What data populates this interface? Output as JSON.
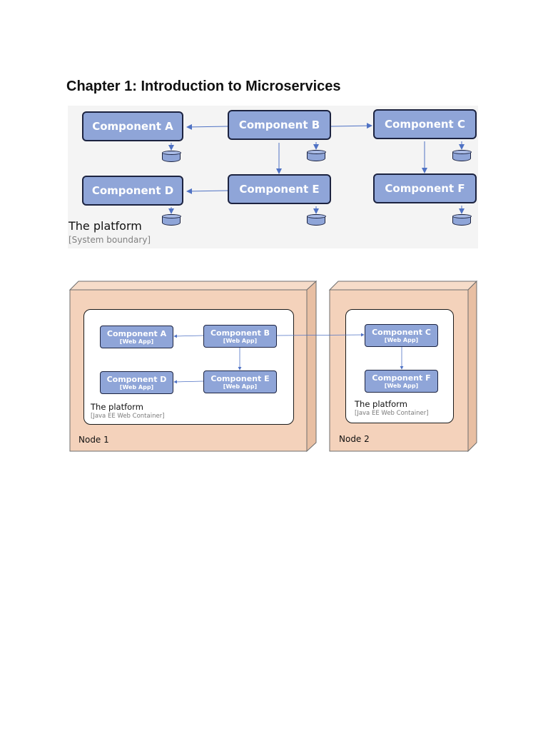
{
  "page": {
    "title": "Chapter 1: Introduction to Microservices"
  },
  "figure1": {
    "components": [
      {
        "id": "a",
        "label": "Component A"
      },
      {
        "id": "b",
        "label": "Component B"
      },
      {
        "id": "c",
        "label": "Component C"
      },
      {
        "id": "d",
        "label": "Component D"
      },
      {
        "id": "e",
        "label": "Component E"
      },
      {
        "id": "f",
        "label": "Component F"
      }
    ],
    "platform": {
      "title": "The platform",
      "subtitle": "[System boundary]"
    }
  },
  "figure2": {
    "components": [
      {
        "id": "a",
        "label": "Component A",
        "tech": "[Web App]"
      },
      {
        "id": "b",
        "label": "Component B",
        "tech": "[Web App]"
      },
      {
        "id": "c",
        "label": "Component C",
        "tech": "[Web App]"
      },
      {
        "id": "d",
        "label": "Component D",
        "tech": "[Web App]"
      },
      {
        "id": "e",
        "label": "Component E",
        "tech": "[Web App]"
      },
      {
        "id": "f",
        "label": "Component F",
        "tech": "[Web App]"
      }
    ],
    "nodes": [
      {
        "label": "Node 1",
        "platform_title": "The platform",
        "platform_subtitle": "[Java EE Web Container]"
      },
      {
        "label": "Node 2",
        "platform_title": "The platform",
        "platform_subtitle": "[Java EE Web Container]"
      }
    ]
  },
  "colors": {
    "component_fill": "#8fa5d8",
    "component_border": "#1c2340",
    "arrow": "#4f72c4",
    "node_fill": "#f4d2bb"
  }
}
